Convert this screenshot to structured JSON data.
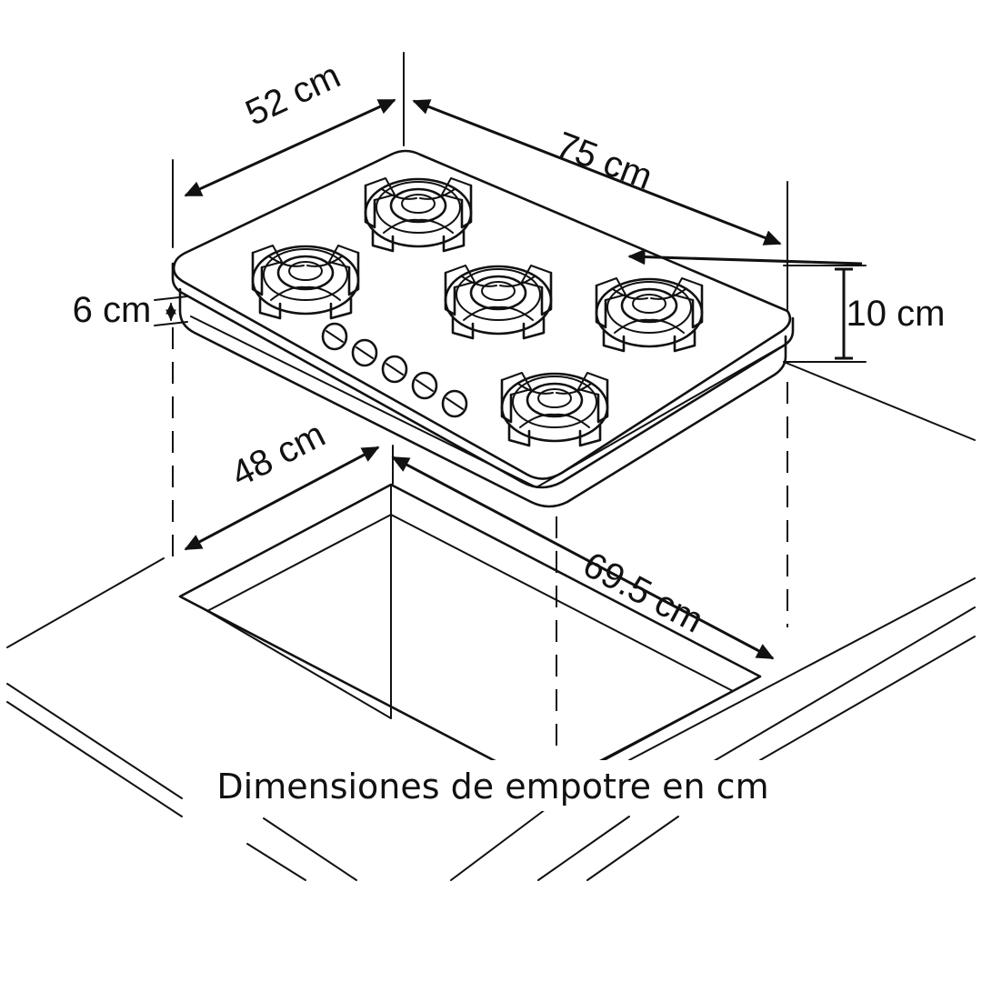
{
  "dimensions": {
    "depth_top": "52 cm",
    "width_top": "75 cm",
    "thickness": "6 cm",
    "height_total": "10 cm",
    "cutout_depth": "48 cm",
    "cutout_width": "69.5 cm"
  },
  "caption": "Dimensiones de empotre en cm",
  "appliance": {
    "burners": 5,
    "knobs": 5
  },
  "colors": {
    "line": "#111111",
    "background": "#ffffff"
  }
}
